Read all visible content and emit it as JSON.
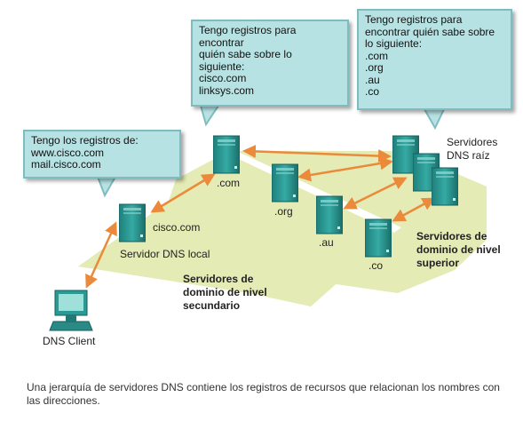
{
  "callouts": {
    "local": [
      "Tengo los registros de:",
      "www.cisco.com",
      "mail.cisco.com"
    ],
    "com": [
      "Tengo registros para",
      "encontrar",
      "quién sabe sobre lo",
      "siguiente:",
      "cisco.com",
      "linksys.com"
    ],
    "root": [
      "Tengo registros para",
      "encontrar quién sabe sobre",
      "lo siguiente:",
      ".com",
      ".org",
      ".au",
      ".co"
    ]
  },
  "nodes": {
    "com": ".com",
    "org": ".org",
    "au": ".au",
    "co": ".co",
    "cisco": "cisco.com",
    "local_dns": "Servidor DNS local",
    "root_dns": [
      "Servidores",
      "DNS raíz"
    ],
    "client": "DNS Client"
  },
  "zones": {
    "secondary": [
      "Servidores de",
      "dominio de nivel",
      "secundario"
    ],
    "top": [
      "Servidores de",
      "dominio de nivel",
      "superior"
    ]
  },
  "caption": "Una jerarquía de servidores DNS contiene los registros de recursos que relacionan los nombres con las direcciones.",
  "colors": {
    "zone": "#e4ebb4",
    "server": "#2b9a95",
    "server_dark": "#1c6f6c",
    "arrow": "#ea8a3a",
    "bubble": "#b7e2e3"
  }
}
